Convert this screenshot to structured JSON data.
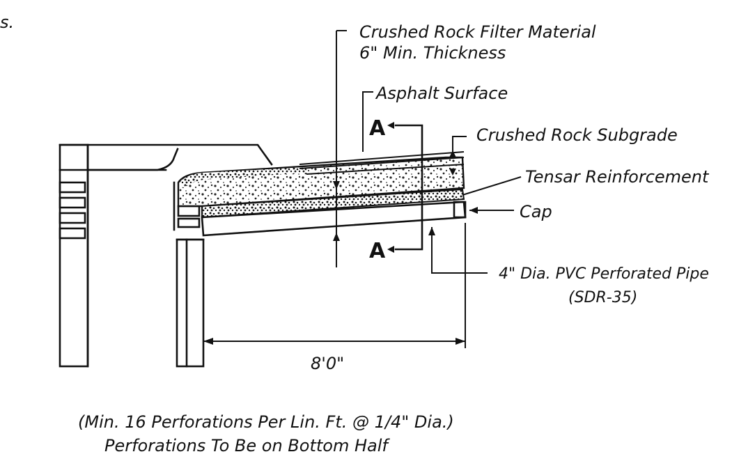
{
  "labels": {
    "top_left_fragment": "s.",
    "filter_material_line1": "Crushed Rock Filter Material",
    "filter_material_line2": "6\" Min. Thickness",
    "asphalt_surface": "Asphalt Surface",
    "section_mark_top": "A",
    "section_mark_bottom": "A",
    "crushed_rock_subgrade": "Crushed Rock Subgrade",
    "tensar_reinforcement": "Tensar Reinforcement",
    "cap": "Cap",
    "pipe_line1": "4\" Dia. PVC Perforated Pipe",
    "pipe_line2": "(SDR-35)",
    "dimension": "8'0\"",
    "note_line1": "(Min. 16 Perforations Per Lin. Ft. @ 1/4\" Dia.)",
    "note_line2": "Perforations To Be on Bottom Half"
  },
  "colors": {
    "ink": "#111111",
    "paper": "#ffffff"
  }
}
